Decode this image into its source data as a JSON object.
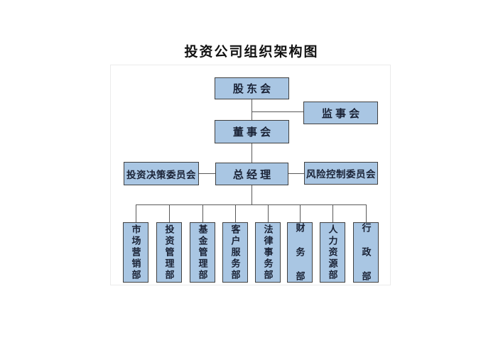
{
  "title": "投资公司组织架构图",
  "nodes": {
    "shareholders": "股 东 会",
    "supervisory": "监 事 会",
    "board": "董 事 会",
    "investment_committee": "投资决策委员会",
    "general_manager": "总 经 理",
    "risk_committee": "风险控制委员会"
  },
  "departments": [
    {
      "label": "市场营销部"
    },
    {
      "label": "投资管理部"
    },
    {
      "label": "基金管理部"
    },
    {
      "label": "客户服务部"
    },
    {
      "label": "法律事务部"
    },
    {
      "label": "财 务 部"
    },
    {
      "label": "人力资源部"
    },
    {
      "label": "行 政 部"
    }
  ],
  "colors": {
    "node_fill": "#a9c6e3",
    "node_border": "#404040",
    "connector_line": "#595959",
    "frame_border": "#ebebeb",
    "text": "#1a2235",
    "background": "#ffffff"
  }
}
